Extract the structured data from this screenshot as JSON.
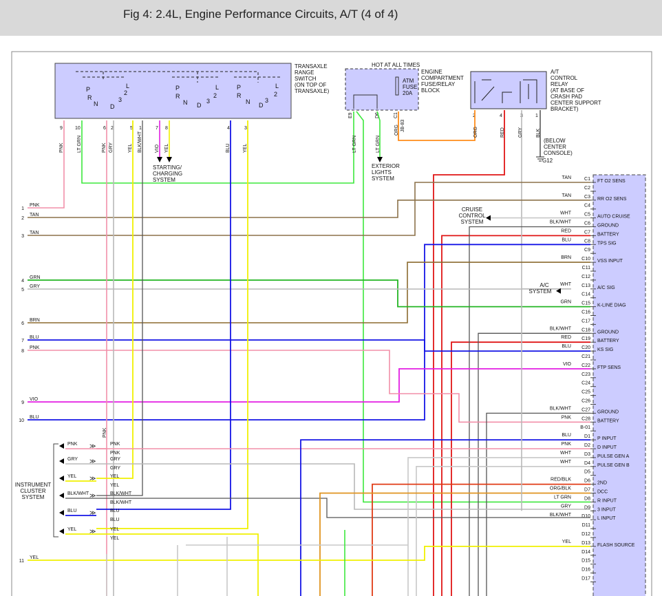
{
  "title": "Fig 4: 2.4L, Engine Performance Circuits, A/T (4 of 4)",
  "colors": {
    "PNK": "#f28fa8",
    "TAN": "#8b7149",
    "GRN": "#22b522",
    "GRY": "#b8b8b8",
    "BRN": "#8b6a2e",
    "BLU": "#1414e6",
    "VIO": "#e31ee3",
    "YEL": "#f0f000",
    "LTGRN": "#3ce83c",
    "BLKWHT": "#555555",
    "RED": "#e01414",
    "WHT": "#c8c8c8",
    "ORG": "#ff8c1a",
    "ORGBLK": "#e0941f",
    "REDBLK": "#e03a14",
    "component_fill": "#ccccff"
  },
  "transaxle": {
    "label": [
      "TRANSAXLE",
      "RANGE",
      "SWITCH",
      "(ON TOP OF",
      "TRANSAXLE)"
    ],
    "pins": [
      "9",
      "10",
      "6",
      "2",
      "5",
      "1",
      "7",
      "8",
      "4",
      "3"
    ],
    "wires": [
      "PNK",
      "LT GRN",
      "PNK",
      "GRY",
      "YEL",
      "BLK/WHT",
      "VIO",
      "YEL",
      "BLU",
      "YEL"
    ],
    "positions": [
      "P",
      "R",
      "N",
      "D",
      "3",
      "2",
      "L"
    ]
  },
  "fuse_block": {
    "hot_label": "HOT AT ALL TIMES",
    "fuse_label": [
      "ATM",
      "FUSE",
      "20A"
    ],
    "label": [
      "ENGINE",
      "COMPARTMENT",
      "FUSE/RELAY",
      "BLOCK"
    ],
    "pins": [
      "E9",
      "D6",
      "C1",
      "JB-83"
    ],
    "wires": [
      "LT GRN",
      "LT GRN",
      "ORG"
    ]
  },
  "relay": {
    "label": [
      "A/T",
      "CONTROL",
      "RELAY",
      "(AT BASE OF",
      "CRASH PAD",
      "CENTER SUPPORT",
      "BRACKET)"
    ],
    "pins": [
      "2",
      "4",
      "3",
      "1"
    ],
    "wires": [
      "ORG",
      "RED",
      "GRY",
      "BLK"
    ],
    "ground_label": [
      "(BELOW",
      "CENTER",
      "CONSOLE)"
    ],
    "ground_id": "G12"
  },
  "starting_label": [
    "STARTING/",
    "CHARGING",
    "SYSTEM"
  ],
  "exterior_label": [
    "EXTERIOR",
    "LIGHTS",
    "SYSTEM"
  ],
  "cruise_label": [
    "CRUISE",
    "CONTROL",
    "SYSTEM"
  ],
  "ac_label": [
    "A/C",
    "SYSTEM"
  ],
  "cluster_label": [
    "INSTRUMENT",
    "CLUSTER",
    "SYSTEM"
  ],
  "left_connector": [
    {
      "num": "1",
      "wire": "PNK"
    },
    {
      "num": "2",
      "wire": "TAN"
    },
    {
      "num": "3",
      "wire": "TAN"
    },
    {
      "num": "4",
      "wire": "GRN"
    },
    {
      "num": "5",
      "wire": "GRY"
    },
    {
      "num": "6",
      "wire": "BRN"
    },
    {
      "num": "7",
      "wire": "BLU"
    },
    {
      "num": "8",
      "wire": "PNK"
    },
    {
      "num": "9",
      "wire": "VIO"
    },
    {
      "num": "10",
      "wire": "BLU"
    },
    {
      "num": "11",
      "wire": "YEL"
    }
  ],
  "cluster_wires": [
    {
      "in": "PNK",
      "out": "PNK"
    },
    {
      "in": "GRY",
      "out": "GRY"
    },
    {
      "in": "YEL",
      "out": "YEL"
    },
    {
      "in": "BLK/WHT",
      "out": "BLK/WHT"
    },
    {
      "in": "BLU",
      "out": "BLU"
    },
    {
      "in": "YEL",
      "out": "YEL"
    }
  ],
  "cluster_extra_labels": [
    "PNK",
    "GRY",
    "YEL",
    "BLK/WHT",
    "BLU",
    "YEL"
  ],
  "pcm_pins": [
    {
      "pin": "C1",
      "wire": "TAN",
      "func": "FT O2 SENS"
    },
    {
      "pin": "C2",
      "wire": "",
      "func": ""
    },
    {
      "pin": "C3",
      "wire": "TAN",
      "func": "RR O2 SENS"
    },
    {
      "pin": "C4",
      "wire": "",
      "func": ""
    },
    {
      "pin": "C5",
      "wire": "WHT",
      "func": "AUTO CRUISE"
    },
    {
      "pin": "C6",
      "wire": "BLK/WHT",
      "func": "GROUND"
    },
    {
      "pin": "C7",
      "wire": "RED",
      "func": "BATTERY"
    },
    {
      "pin": "C8",
      "wire": "BLU",
      "func": "TPS SIG"
    },
    {
      "pin": "C9",
      "wire": "",
      "func": ""
    },
    {
      "pin": "C10",
      "wire": "BRN",
      "func": "VSS INPUT"
    },
    {
      "pin": "C11",
      "wire": "",
      "func": ""
    },
    {
      "pin": "C12",
      "wire": "",
      "func": ""
    },
    {
      "pin": "C13",
      "wire": "WHT",
      "func": "A/C SIG"
    },
    {
      "pin": "C14",
      "wire": "",
      "func": ""
    },
    {
      "pin": "C15",
      "wire": "GRN",
      "func": "K-LINE DIAG"
    },
    {
      "pin": "C16",
      "wire": "",
      "func": ""
    },
    {
      "pin": "C17",
      "wire": "",
      "func": ""
    },
    {
      "pin": "C18",
      "wire": "BLK/WHT",
      "func": "GROUND"
    },
    {
      "pin": "C19",
      "wire": "RED",
      "func": "BATTERY"
    },
    {
      "pin": "C20",
      "wire": "BLU",
      "func": "KS SIG"
    },
    {
      "pin": "C21",
      "wire": "",
      "func": ""
    },
    {
      "pin": "C22",
      "wire": "VIO",
      "func": "FTP SENS"
    },
    {
      "pin": "C23",
      "wire": "",
      "func": ""
    },
    {
      "pin": "C24",
      "wire": "",
      "func": ""
    },
    {
      "pin": "C25",
      "wire": "",
      "func": ""
    },
    {
      "pin": "C26",
      "wire": "",
      "func": ""
    },
    {
      "pin": "C27",
      "wire": "BLK/WHT",
      "func": "GROUND"
    },
    {
      "pin": "C28",
      "wire": "PNK",
      "func": "BATTERY"
    },
    {
      "pin": "B-01",
      "wire": "",
      "func": ""
    },
    {
      "pin": "D1",
      "wire": "BLU",
      "func": "P INPUT"
    },
    {
      "pin": "D2",
      "wire": "PNK",
      "func": "D INPUT"
    },
    {
      "pin": "D3",
      "wire": "WHT",
      "func": "PULSE GEN A"
    },
    {
      "pin": "D4",
      "wire": "WHT",
      "func": "PULSE GEN B"
    },
    {
      "pin": "D5",
      "wire": "",
      "func": ""
    },
    {
      "pin": "D6",
      "wire": "RED/BLK",
      "func": "2ND"
    },
    {
      "pin": "D7",
      "wire": "ORG/BLK",
      "func": "DCC"
    },
    {
      "pin": "D8",
      "wire": "LT GRN",
      "func": "R INPUT"
    },
    {
      "pin": "D9",
      "wire": "GRY",
      "func": "3 INPUT"
    },
    {
      "pin": "D10",
      "wire": "BLK/WHT",
      "func": "L INPUT"
    },
    {
      "pin": "D11",
      "wire": "",
      "func": ""
    },
    {
      "pin": "D12",
      "wire": "",
      "func": ""
    },
    {
      "pin": "D13",
      "wire": "YEL",
      "func": "FLASH SOURCE"
    },
    {
      "pin": "D14",
      "wire": "",
      "func": ""
    },
    {
      "pin": "D15",
      "wire": "",
      "func": ""
    },
    {
      "pin": "D16",
      "wire": "",
      "func": ""
    },
    {
      "pin": "D17",
      "wire": "",
      "func": ""
    }
  ]
}
